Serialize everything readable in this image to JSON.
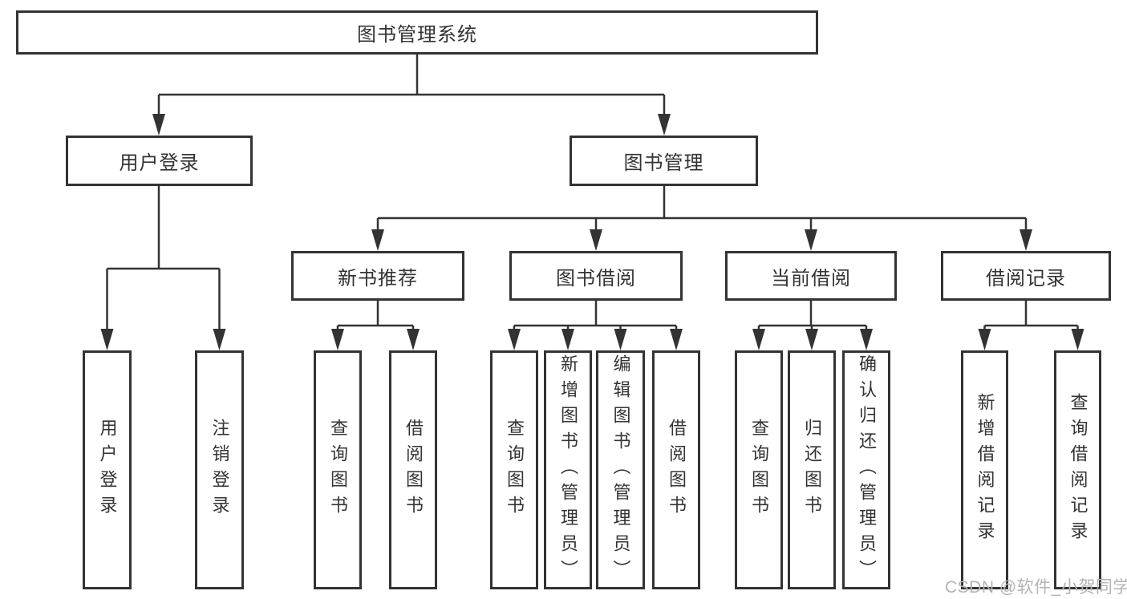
{
  "diagram": {
    "title": "图书管理系统",
    "branches": [
      {
        "label": "用户登录",
        "leaves": [
          "用户登录",
          "注销登录"
        ]
      },
      {
        "label": "图书管理",
        "groups": [
          {
            "label": "新书推荐",
            "leaves": [
              "查询图书",
              "借阅图书"
            ]
          },
          {
            "label": "图书借阅",
            "leaves": [
              "查询图书",
              "新增图书（管理员）",
              "编辑图书（管理员）",
              "借阅图书"
            ]
          },
          {
            "label": "当前借阅",
            "leaves": [
              "查询图书",
              "归还图书",
              "确认归还（管理员）"
            ]
          },
          {
            "label": "借阅记录",
            "leaves": [
              "新增借阅记录",
              "查询借阅记录"
            ]
          }
        ]
      }
    ]
  },
  "watermark": "CSDN @软件_小贺同学",
  "colors": {
    "line": "#333333",
    "text": "#333333",
    "box_background": "#ffffff",
    "watermark": "#b3b3b3",
    "background": "#ffffff"
  }
}
